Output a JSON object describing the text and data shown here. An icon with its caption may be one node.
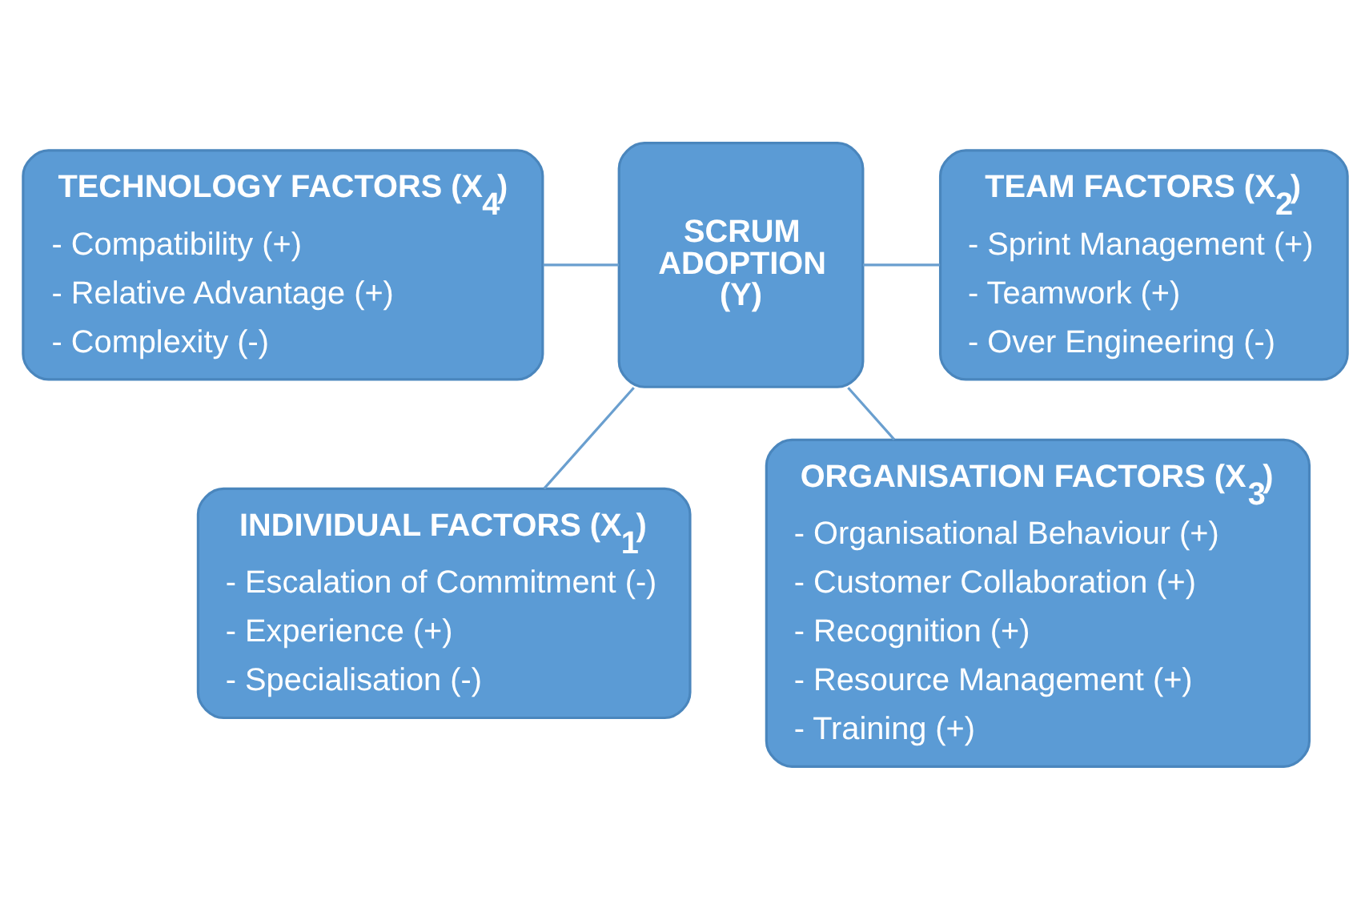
{
  "diagram": {
    "nodes": [
      {
        "text": [
          "INDIVIDUAL FACTORS (X$_{1}$)",
          "- Escalation of Commitment (-)",
          "- Experience (+)",
          "- Specialisation (-)"
        ]
      },
      {
        "text": [
          "TECHNOLOGY FACTORS (X$_{4}$)",
          "- Compatibility (+)",
          "- Relative Advantage (+)",
          "- Complexity (-)"
        ]
      },
      {
        "text": [
          "SCRUM ADOPTION (Y)"
        ]
      },
      {
        "text": [
          "TEAM FACTORS (X$_{2}$)",
          "- Sprint Management (+)",
          "- Teamwork (+)",
          "- Over Engineering (-)"
        ]
      },
      {
        "text": [
          "ORGANISATION FACTORS (X$_{3}$)",
          "- Organisational Behaviour (+)",
          "- Customer Collaboration (+)",
          "- Recognition (+)",
          "- Resource Management (+)",
          "- Training (+)"
        ]
      }
    ],
    "edges": [
      {
        "from": 2,
        "to": 0,
        "arrow": "none"
      },
      {
        "from": 1,
        "to": 2,
        "arrow": "none"
      },
      {
        "from": 2,
        "to": 3,
        "arrow": "none"
      },
      {
        "from": 2,
        "to": 4,
        "arrow": "none"
      }
    ]
  }
}
